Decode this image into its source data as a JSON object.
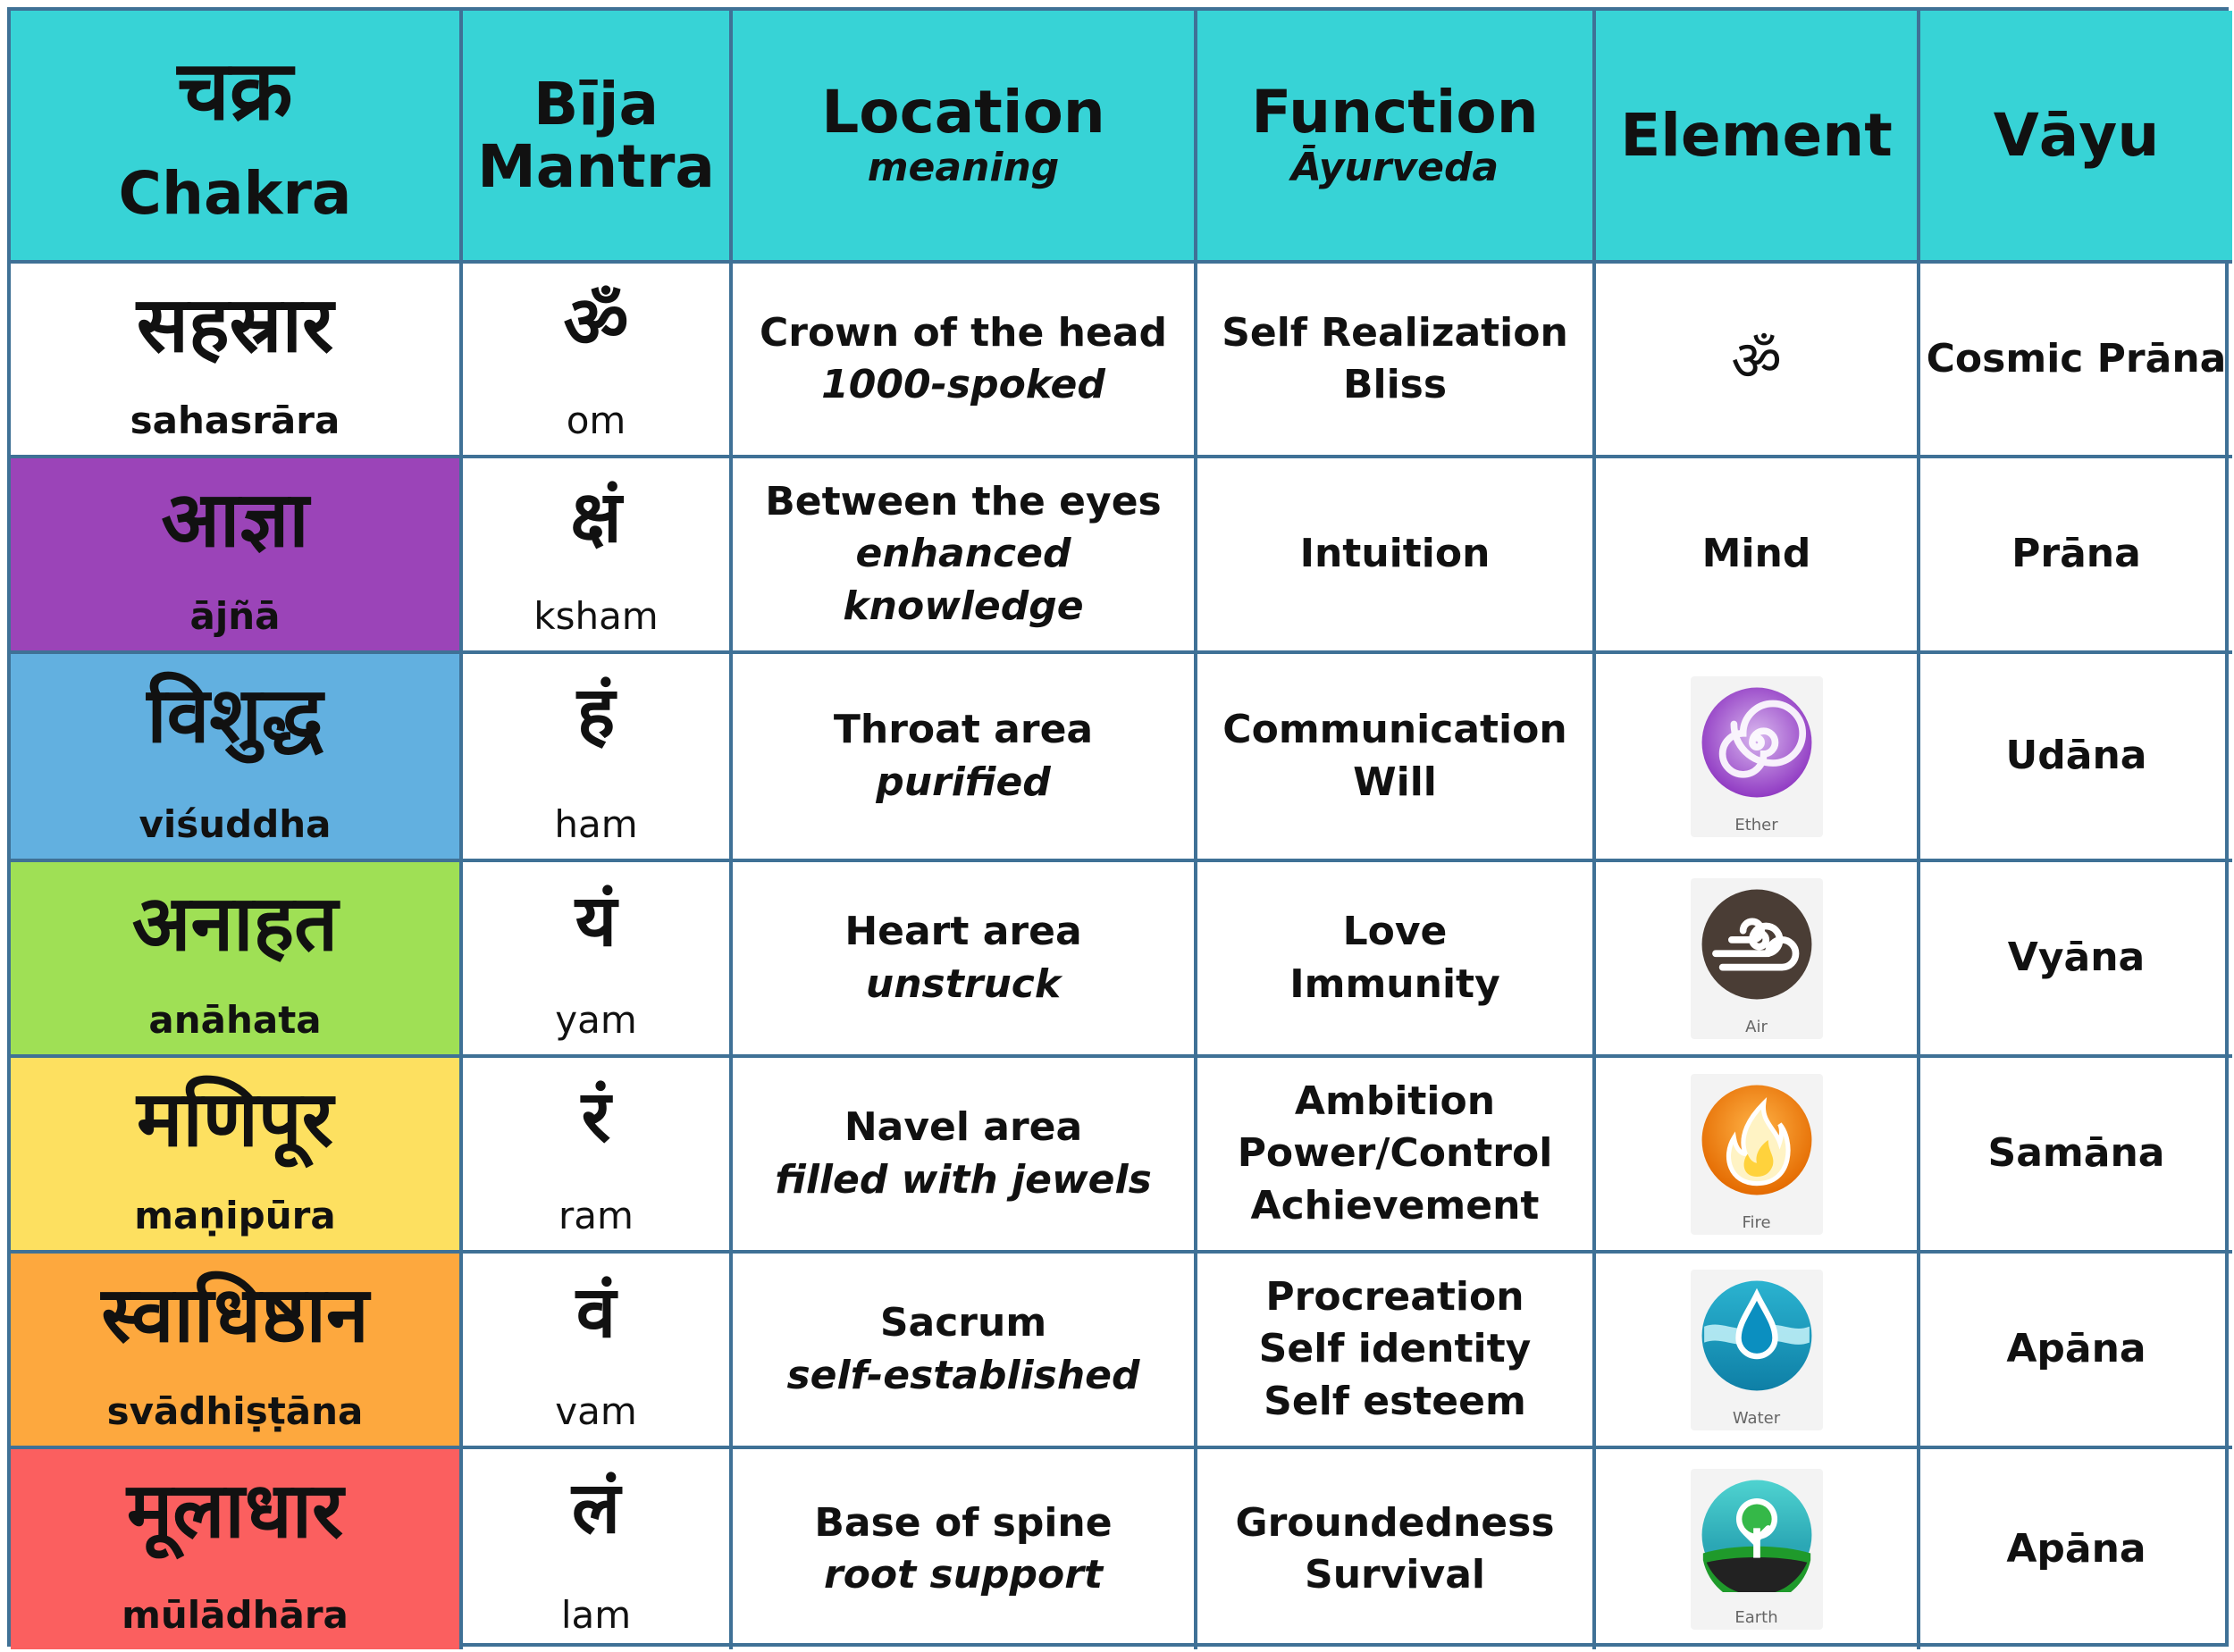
{
  "header": {
    "chakra_deva": "चक्र",
    "chakra_label": "Chakra",
    "bija_line1": "Bīja",
    "bija_line2": "Mantra",
    "location": "Location",
    "location_sub": "meaning",
    "function": "Function",
    "function_sub": "Āyurveda",
    "element": "Element",
    "vayu": "Vāyu"
  },
  "rows": [
    {
      "chakra_deva": "सहस्रार",
      "chakra_roman": "sahasrāra",
      "bija_deva": "ॐ",
      "bija_roman": "om",
      "location": "Crown of the head",
      "meaning": "1000-spoked",
      "function": [
        "Self Realization",
        "Bliss"
      ],
      "element_text": "ॐ",
      "vayu": "Cosmic Prāna",
      "color": "#ffffff"
    },
    {
      "chakra_deva": "आज्ञा",
      "chakra_roman": "ājñā",
      "bija_deva": "क्षं",
      "bija_roman": "ksham",
      "location": "Between the eyes",
      "meaning": "enhanced knowledge",
      "function": [
        "Intuition"
      ],
      "element_text": "Mind",
      "vayu": "Prāna",
      "color": "#9b44b8"
    },
    {
      "chakra_deva": "विशुद्ध",
      "chakra_roman": "viśuddha",
      "bija_deva": "हं",
      "bija_roman": "ham",
      "location": "Throat area",
      "meaning": "purified",
      "function": [
        "Communication",
        "Will"
      ],
      "element_icon": "ether-icon",
      "element_caption": "Ether",
      "vayu": "Udāna",
      "color": "#62b0e0"
    },
    {
      "chakra_deva": "अनाहत",
      "chakra_roman": "anāhata",
      "bija_deva": "यं",
      "bija_roman": "yam",
      "location": "Heart area",
      "meaning": "unstruck",
      "function": [
        "Love",
        "Immunity"
      ],
      "element_icon": "air-icon",
      "element_caption": "Air",
      "vayu": "Vyāna",
      "color": "#9fe055"
    },
    {
      "chakra_deva": "मणिपूर",
      "chakra_roman": "maṇipūra",
      "bija_deva": "रं",
      "bija_roman": "ram",
      "location": "Navel area",
      "meaning": "filled with jewels",
      "function": [
        "Ambition",
        "Power/Control",
        "Achievement"
      ],
      "element_icon": "fire-icon",
      "element_caption": "Fire",
      "vayu": "Samāna",
      "color": "#fde060"
    },
    {
      "chakra_deva": "स्वाधिष्ठान",
      "chakra_roman": "svādhiṣṭāna",
      "bija_deva": "वं",
      "bija_roman": "vam",
      "location": "Sacrum",
      "meaning": "self-established",
      "function": [
        "Procreation",
        "Self identity",
        "Self esteem"
      ],
      "element_icon": "water-icon",
      "element_caption": "Water",
      "vayu": "Apāna",
      "color": "#fda83e"
    },
    {
      "chakra_deva": "मूलाधार",
      "chakra_roman": "mūlādhāra",
      "bija_deva": "लं",
      "bija_roman": "lam",
      "location": "Base of spine",
      "meaning": "root support",
      "function": [
        "Groundedness",
        "Survival"
      ],
      "element_icon": "earth-icon",
      "element_caption": "Earth",
      "vayu": "Apāna",
      "color": "#fb5f5f"
    }
  ]
}
